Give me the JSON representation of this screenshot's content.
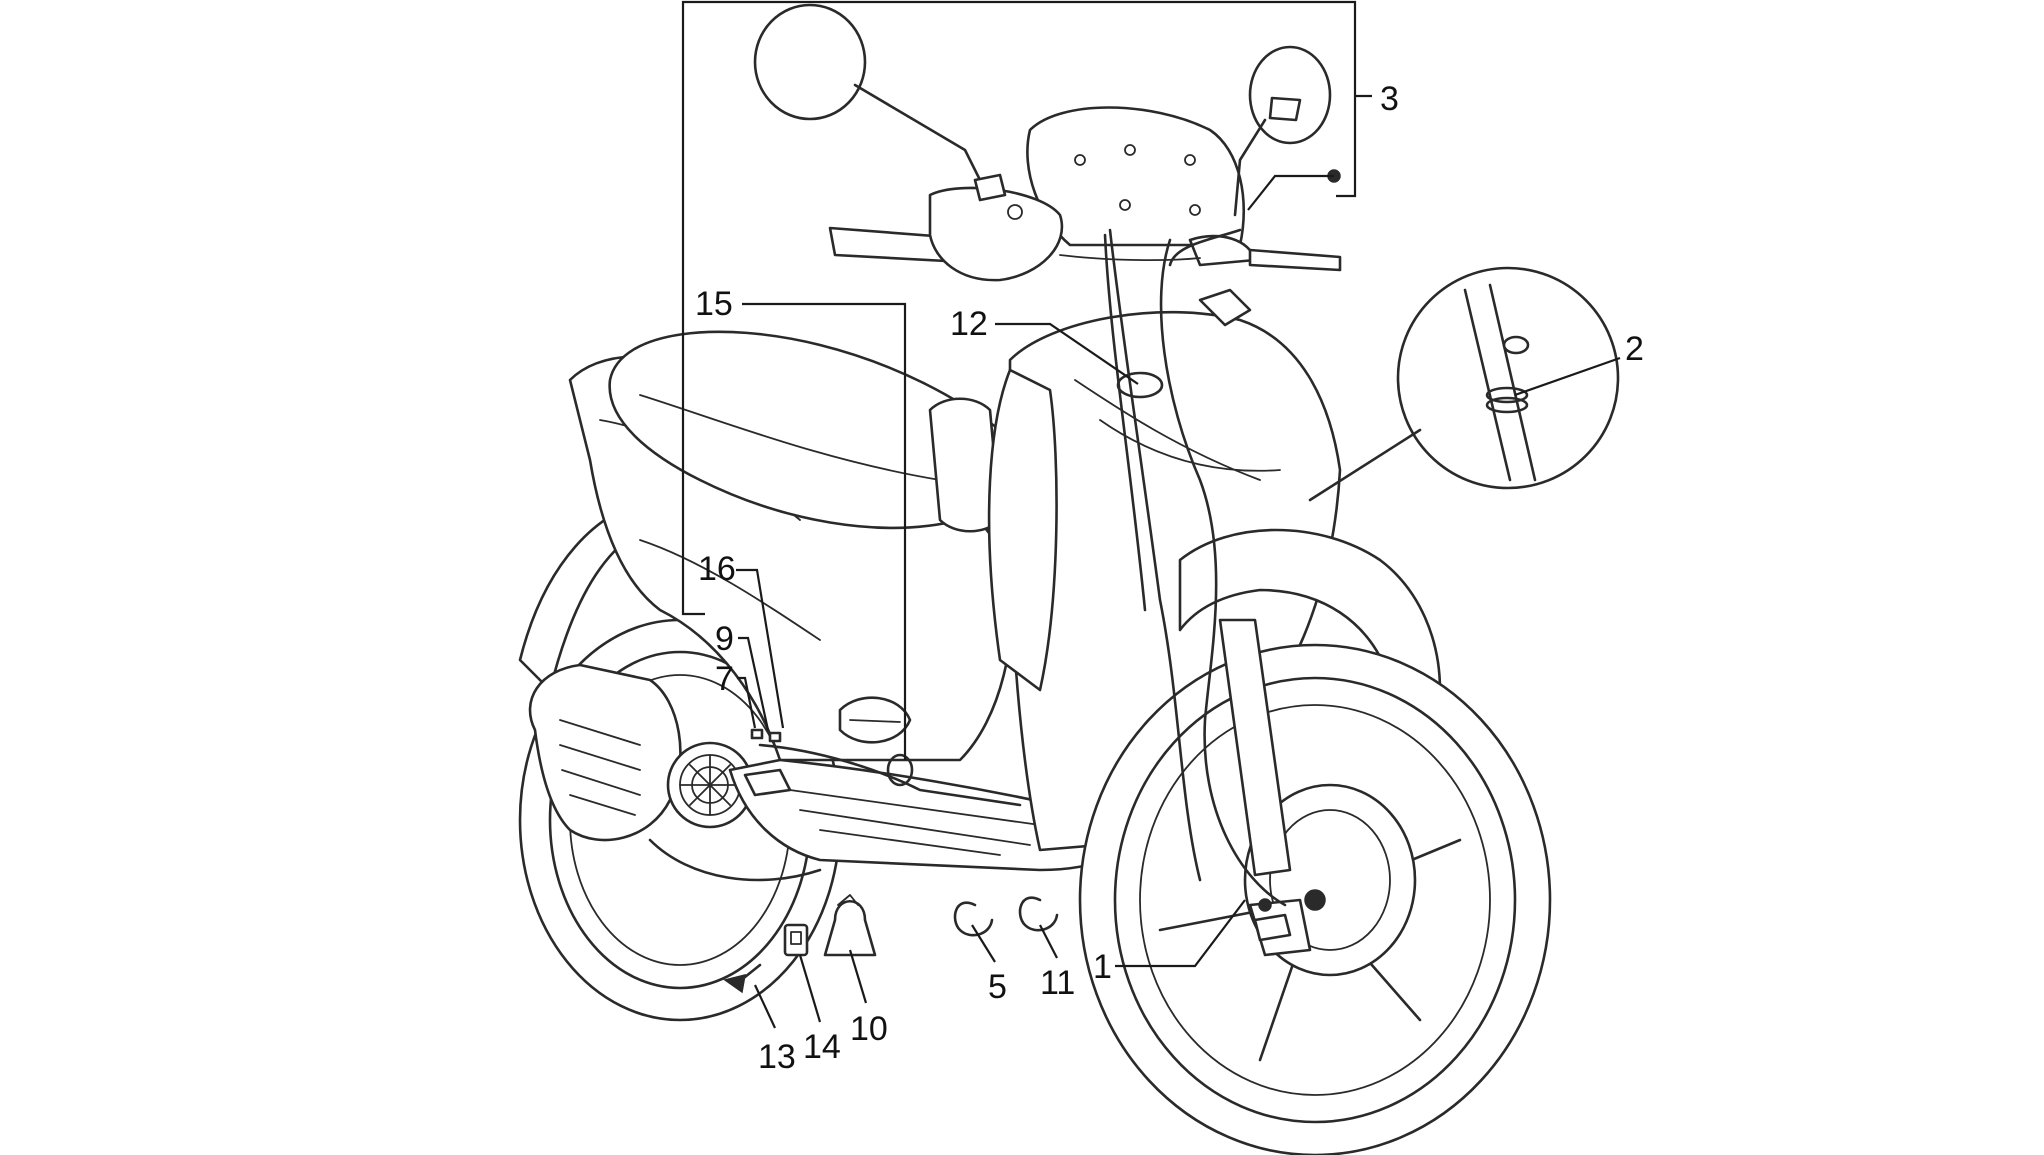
{
  "callouts": [
    {
      "id": "1",
      "label": "1"
    },
    {
      "id": "2",
      "label": "2"
    },
    {
      "id": "3",
      "label": "3"
    },
    {
      "id": "5",
      "label": "5"
    },
    {
      "id": "7",
      "label": "7"
    },
    {
      "id": "9",
      "label": "9"
    },
    {
      "id": "10",
      "label": "10"
    },
    {
      "id": "11",
      "label": "11"
    },
    {
      "id": "12",
      "label": "12"
    },
    {
      "id": "13",
      "label": "13"
    },
    {
      "id": "14",
      "label": "14"
    },
    {
      "id": "15",
      "label": "15"
    },
    {
      "id": "16",
      "label": "16"
    }
  ],
  "colors": {
    "stroke": "#2a2a2a",
    "background": "#ffffff"
  }
}
